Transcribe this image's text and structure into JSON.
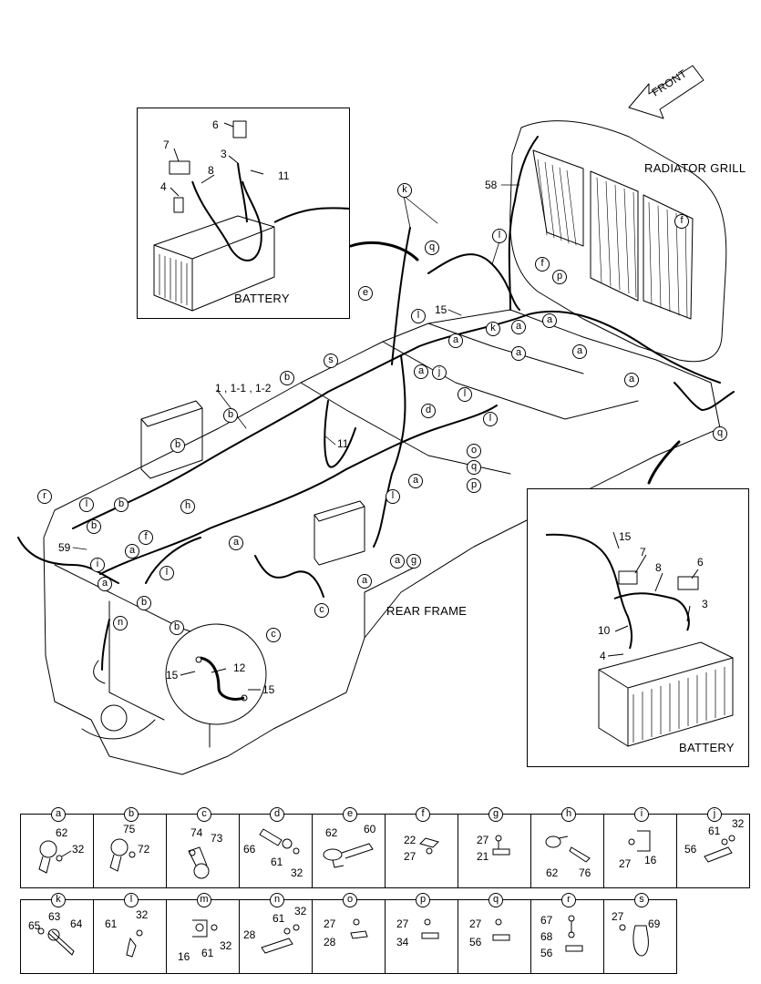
{
  "front_label": "FRONT",
  "radiator_grill_label": "RADIATOR GRILL",
  "rear_frame_label": "REAR FRAME",
  "inset_top_left": {
    "caption": "BATTERY",
    "callouts": [
      "6",
      "7",
      "3",
      "8",
      "11",
      "4"
    ]
  },
  "inset_right": {
    "caption": "BATTERY",
    "callouts": [
      "15",
      "7",
      "6",
      "8",
      "3",
      "10",
      "4"
    ]
  },
  "inset_circle": {
    "callouts": [
      "12",
      "15",
      "15"
    ]
  },
  "main_callouts": {
    "harness_ref": "1 , 1-1 , 1-2",
    "n58": "58",
    "n15": "15",
    "n11": "11",
    "n59": "59"
  },
  "main_letters": [
    "k",
    "q",
    "l",
    "f",
    "p",
    "e",
    "l",
    "a",
    "a",
    "k",
    "a",
    "a",
    "a",
    "s",
    "a",
    "j",
    "l",
    "l",
    "b",
    "d",
    "b",
    "b",
    "o",
    "q",
    "p",
    "a",
    "r",
    "l",
    "b",
    "h",
    "l",
    "b",
    "f",
    "a",
    "i",
    "a",
    "a",
    "l",
    "a",
    "b",
    "c",
    "c",
    "n",
    "b",
    "a",
    "g",
    "a",
    "q",
    "f"
  ],
  "legend": [
    {
      "key": "a",
      "parts": [
        "62",
        "32"
      ]
    },
    {
      "key": "b",
      "parts": [
        "75",
        "72"
      ]
    },
    {
      "key": "c",
      "parts": [
        "74",
        "73"
      ]
    },
    {
      "key": "d",
      "parts": [
        "66",
        "61",
        "32"
      ]
    },
    {
      "key": "e",
      "parts": [
        "62",
        "60"
      ]
    },
    {
      "key": "f",
      "parts": [
        "22",
        "27"
      ]
    },
    {
      "key": "g",
      "parts": [
        "27",
        "21"
      ]
    },
    {
      "key": "h",
      "parts": [
        "62",
        "76"
      ]
    },
    {
      "key": "i",
      "parts": [
        "27",
        "16"
      ]
    },
    {
      "key": "j",
      "parts": [
        "61",
        "32",
        "56"
      ]
    },
    {
      "key": "k",
      "parts": [
        "65",
        "63",
        "64"
      ]
    },
    {
      "key": "l",
      "parts": [
        "61",
        "32"
      ]
    },
    {
      "key": "m",
      "parts": [
        "16",
        "61",
        "32"
      ]
    },
    {
      "key": "n",
      "parts": [
        "28",
        "61",
        "32"
      ]
    },
    {
      "key": "o",
      "parts": [
        "27",
        "28"
      ]
    },
    {
      "key": "p",
      "parts": [
        "27",
        "34"
      ]
    },
    {
      "key": "q",
      "parts": [
        "27",
        "56"
      ]
    },
    {
      "key": "r",
      "parts": [
        "67",
        "68",
        "56"
      ]
    },
    {
      "key": "s",
      "parts": [
        "27",
        "69"
      ]
    }
  ]
}
